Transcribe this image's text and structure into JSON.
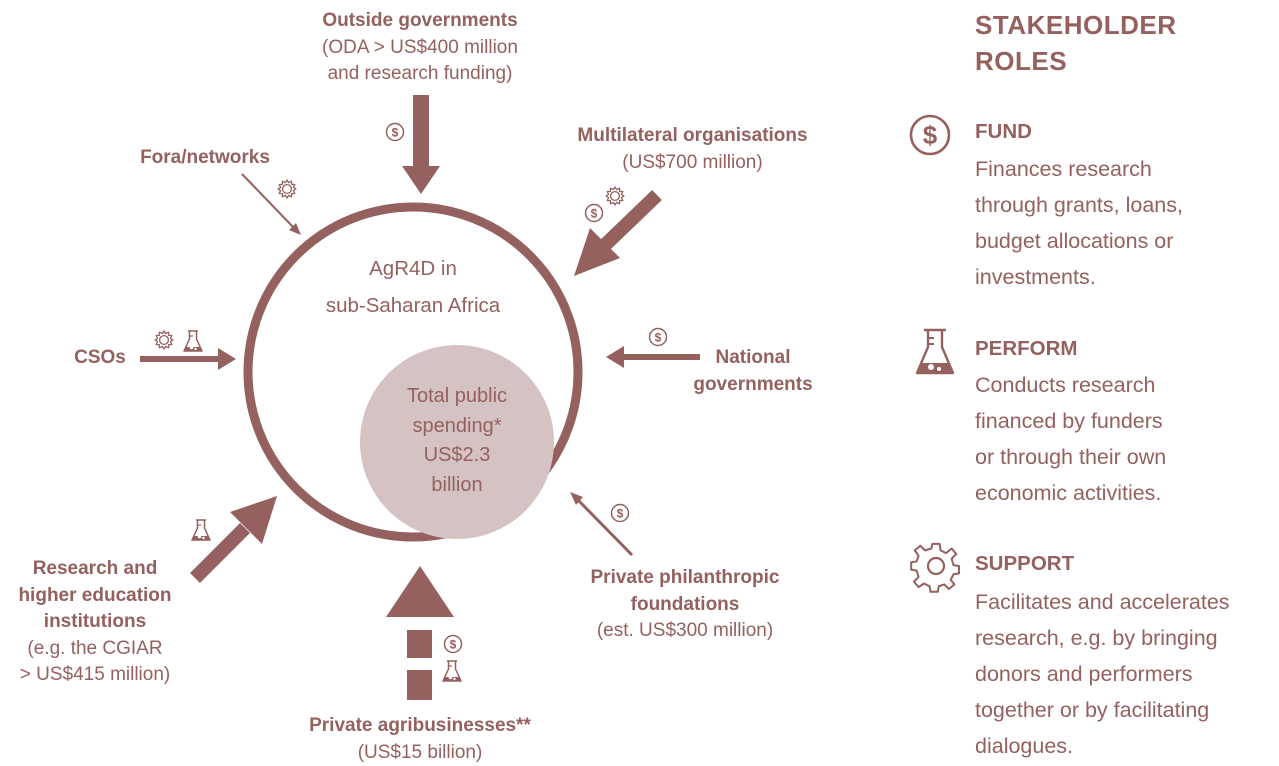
{
  "colors": {
    "brand": "#94615f",
    "bubble": "#d4c3c2"
  },
  "center": {
    "title_line1": "AgR4D in",
    "title_line2": "sub-Saharan Africa"
  },
  "bubble": {
    "line1": "Total public",
    "line2": "spending*",
    "line3": "US$2.3",
    "line4": "billion"
  },
  "stakeholders": {
    "outside_governments": {
      "name": "Outside governments",
      "detail_line1": "(ODA > US$400 million",
      "detail_line2": "and research funding)",
      "icons": [
        "dollar-icon"
      ]
    },
    "multilateral": {
      "name": "Multilateral organisations",
      "detail_line1": "(US$700 million)",
      "icons": [
        "dollar-icon",
        "gear-icon"
      ]
    },
    "fora": {
      "name": "Fora/networks",
      "icons": [
        "gear-icon"
      ]
    },
    "csos": {
      "name": "CSOs",
      "icons": [
        "gear-icon",
        "flask-icon"
      ]
    },
    "national": {
      "name_line1": "National",
      "name_line2": "governments",
      "icons": [
        "dollar-icon"
      ]
    },
    "research": {
      "name_line1": "Research and",
      "name_line2": "higher education",
      "name_line3": "institutions",
      "detail_line1": "(e.g. the CGIAR",
      "detail_line2": "> US$415 million)",
      "icons": [
        "flask-icon"
      ]
    },
    "philanthropic": {
      "name_line1": "Private philanthropic",
      "name_line2": "foundations",
      "detail_line1": "(est. US$300 million)",
      "icons": [
        "dollar-icon"
      ]
    },
    "agribusiness": {
      "name": "Private agribusinesses**",
      "detail_line1": "(US$15 billion)",
      "icons": [
        "dollar-icon",
        "flask-icon"
      ]
    }
  },
  "legend": {
    "title_line1": "STAKEHOLDER",
    "title_line2": "ROLES",
    "roles": [
      {
        "icon": "dollar-circle-icon",
        "name": "FUND",
        "lines": [
          "Finances research",
          "through grants, loans,",
          "budget allocations or",
          "investments."
        ]
      },
      {
        "icon": "flask-icon",
        "name": "PERFORM",
        "lines": [
          "Conducts research",
          "financed by funders",
          "or through their own",
          "economic activities."
        ]
      },
      {
        "icon": "gear-icon",
        "name": "SUPPORT",
        "lines": [
          "Facilitates and accelerates",
          "research, e.g. by bringing",
          "donors and performers",
          "together or by facilitating",
          "dialogues."
        ]
      }
    ]
  }
}
